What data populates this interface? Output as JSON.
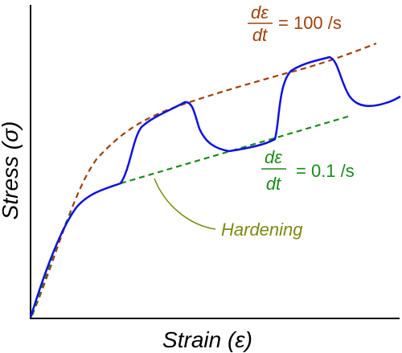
{
  "axes": {
    "x_label": "Strain (ε)",
    "y_label": "Stress (σ)"
  },
  "rates": {
    "high": {
      "numerator": "dε",
      "denominator": "dt",
      "value": "= 100 /s",
      "color": "#a0400a"
    },
    "low": {
      "numerator": "dε",
      "denominator": "dt",
      "value": "= 0.1 /s",
      "color": "#1a8a1a"
    }
  },
  "annotation": {
    "label": "Hardening",
    "color": "#7a8a10"
  },
  "curve_color": "#1010e0"
}
